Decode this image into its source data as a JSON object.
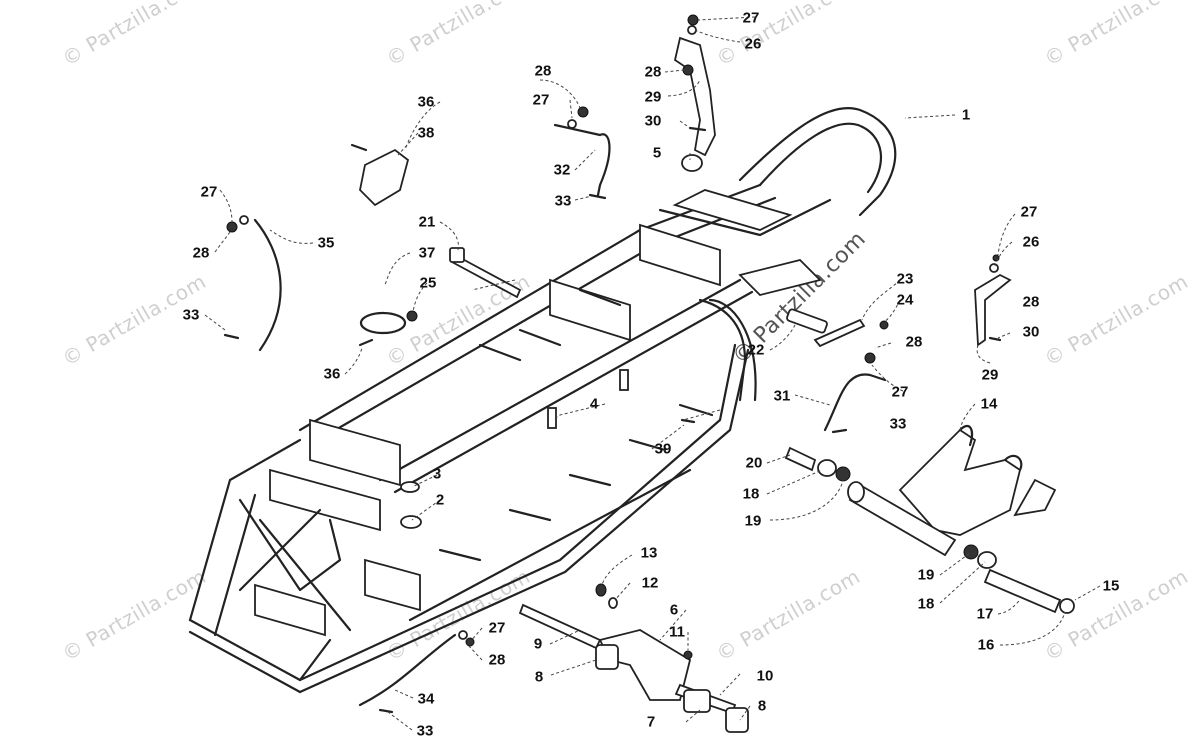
{
  "watermark": "© Partzilla.com",
  "center_watermark": "© Partzilla.com",
  "callouts": [
    {
      "id": "c1",
      "text": "1"
    },
    {
      "id": "c2",
      "text": "2"
    },
    {
      "id": "c3",
      "text": "3"
    },
    {
      "id": "c4",
      "text": "4"
    },
    {
      "id": "c5",
      "text": "5"
    },
    {
      "id": "c6",
      "text": "6"
    },
    {
      "id": "c7",
      "text": "7"
    },
    {
      "id": "c8a",
      "text": "8"
    },
    {
      "id": "c8b",
      "text": "8"
    },
    {
      "id": "c9",
      "text": "9"
    },
    {
      "id": "c10",
      "text": "10"
    },
    {
      "id": "c11",
      "text": "11"
    },
    {
      "id": "c12",
      "text": "12"
    },
    {
      "id": "c13",
      "text": "13"
    },
    {
      "id": "c14",
      "text": "14"
    },
    {
      "id": "c15",
      "text": "15"
    },
    {
      "id": "c16",
      "text": "16"
    },
    {
      "id": "c17",
      "text": "17"
    },
    {
      "id": "c18a",
      "text": "18"
    },
    {
      "id": "c18b",
      "text": "18"
    },
    {
      "id": "c19a",
      "text": "19"
    },
    {
      "id": "c19b",
      "text": "19"
    },
    {
      "id": "c20",
      "text": "20"
    },
    {
      "id": "c21",
      "text": "21"
    },
    {
      "id": "c22",
      "text": "22"
    },
    {
      "id": "c23",
      "text": "23"
    },
    {
      "id": "c24",
      "text": "24"
    },
    {
      "id": "c25",
      "text": "25"
    },
    {
      "id": "c26a",
      "text": "26"
    },
    {
      "id": "c26b",
      "text": "26"
    },
    {
      "id": "c27a",
      "text": "27"
    },
    {
      "id": "c27b",
      "text": "27"
    },
    {
      "id": "c27c",
      "text": "27"
    },
    {
      "id": "c27d",
      "text": "27"
    },
    {
      "id": "c27e",
      "text": "27"
    },
    {
      "id": "c27f",
      "text": "27"
    },
    {
      "id": "c28a",
      "text": "28"
    },
    {
      "id": "c28b",
      "text": "28"
    },
    {
      "id": "c28c",
      "text": "28"
    },
    {
      "id": "c28d",
      "text": "28"
    },
    {
      "id": "c28e",
      "text": "28"
    },
    {
      "id": "c28f",
      "text": "28"
    },
    {
      "id": "c29a",
      "text": "29"
    },
    {
      "id": "c29b",
      "text": "29"
    },
    {
      "id": "c30a",
      "text": "30"
    },
    {
      "id": "c30b",
      "text": "30"
    },
    {
      "id": "c31",
      "text": "31"
    },
    {
      "id": "c32",
      "text": "32"
    },
    {
      "id": "c33a",
      "text": "33"
    },
    {
      "id": "c33b",
      "text": "33"
    },
    {
      "id": "c33c",
      "text": "33"
    },
    {
      "id": "c33d",
      "text": "33"
    },
    {
      "id": "c34",
      "text": "34"
    },
    {
      "id": "c35",
      "text": "35"
    },
    {
      "id": "c36a",
      "text": "36"
    },
    {
      "id": "c36b",
      "text": "36"
    },
    {
      "id": "c37",
      "text": "37"
    },
    {
      "id": "c38",
      "text": "38"
    },
    {
      "id": "c39",
      "text": "39"
    }
  ]
}
